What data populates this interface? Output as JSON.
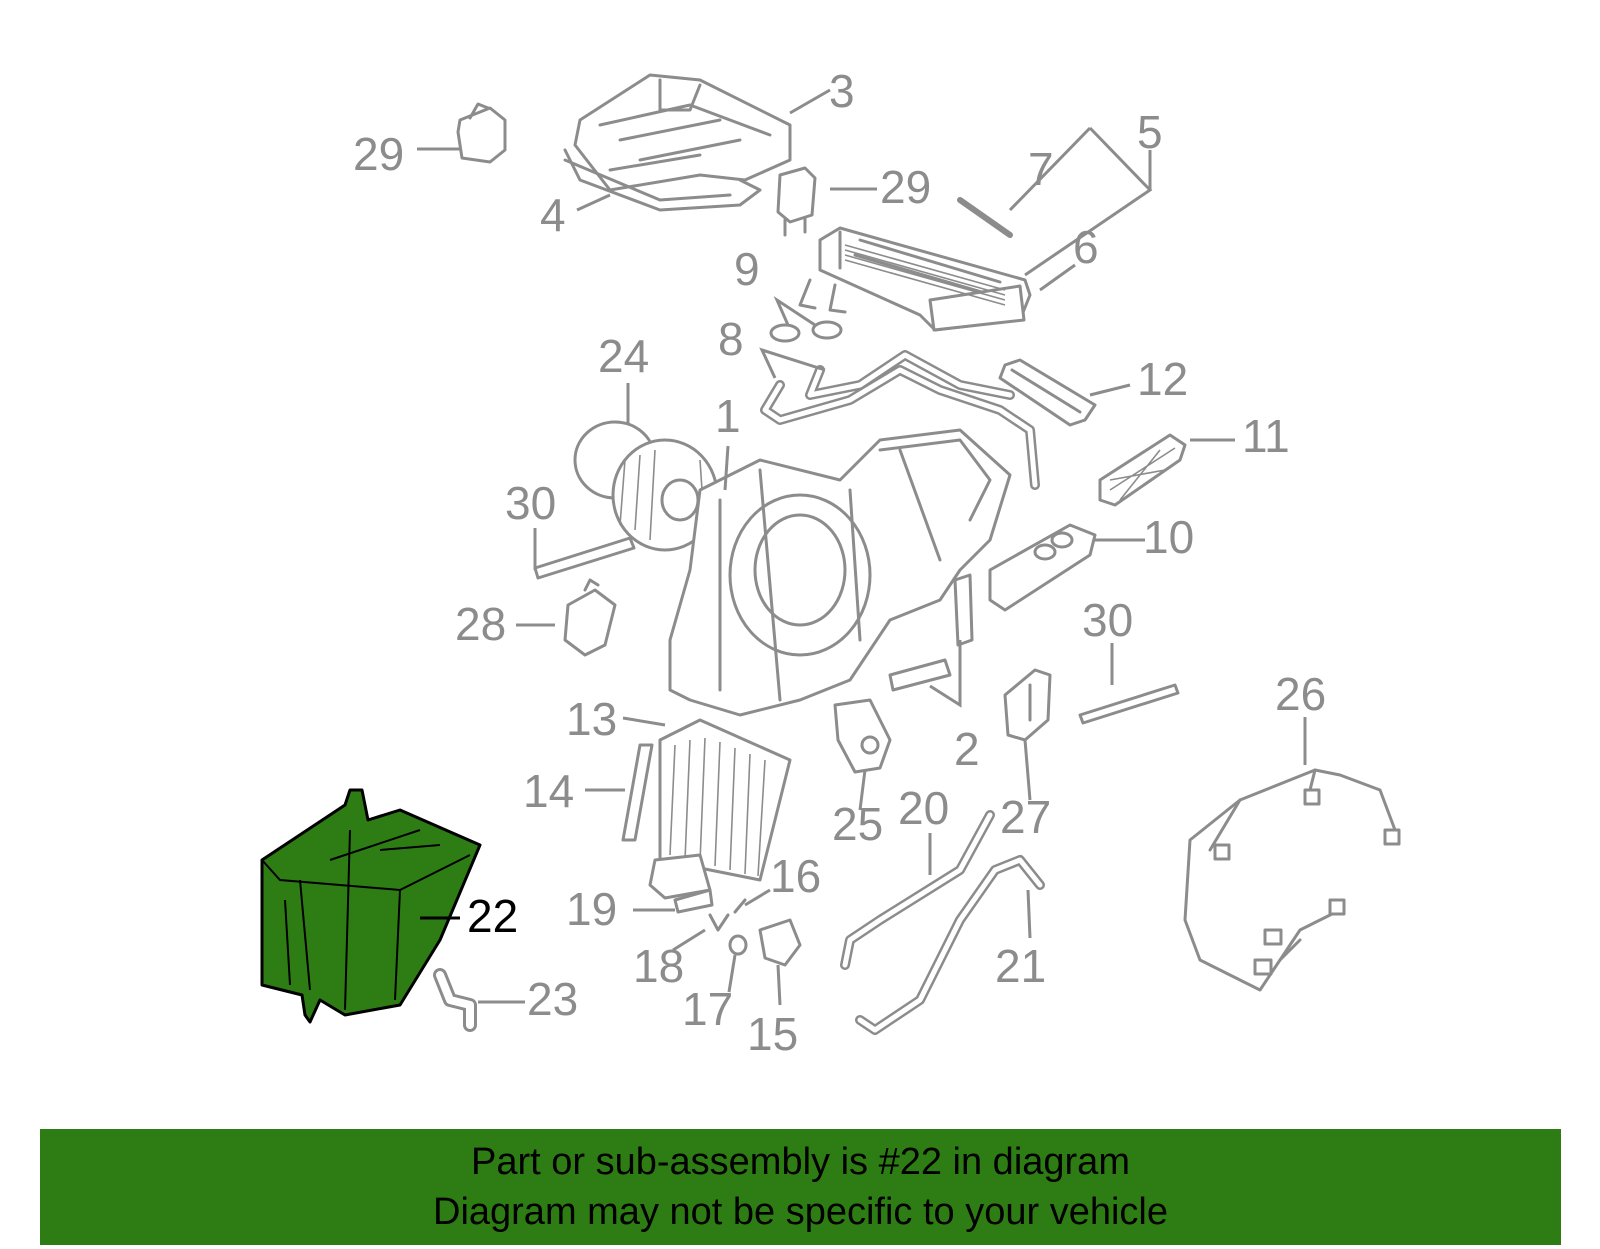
{
  "colors": {
    "part_gray": "#8c8c8c",
    "highlight_fill": "#2e7d14",
    "highlight_stroke": "#000000",
    "banner_bg": "#2e7d14"
  },
  "callouts": [
    "1",
    "2",
    "3",
    "4",
    "5",
    "6",
    "7",
    "8",
    "9",
    "10",
    "11",
    "12",
    "13",
    "14",
    "15",
    "16",
    "17",
    "18",
    "19",
    "20",
    "21",
    "22",
    "23",
    "24",
    "25",
    "26",
    "27",
    "28",
    "29",
    "29",
    "30",
    "30"
  ],
  "highlighted_part": "22",
  "banner": {
    "line1": "Part or sub-assembly is #22 in diagram",
    "line2": "Diagram may not be specific to your vehicle"
  }
}
